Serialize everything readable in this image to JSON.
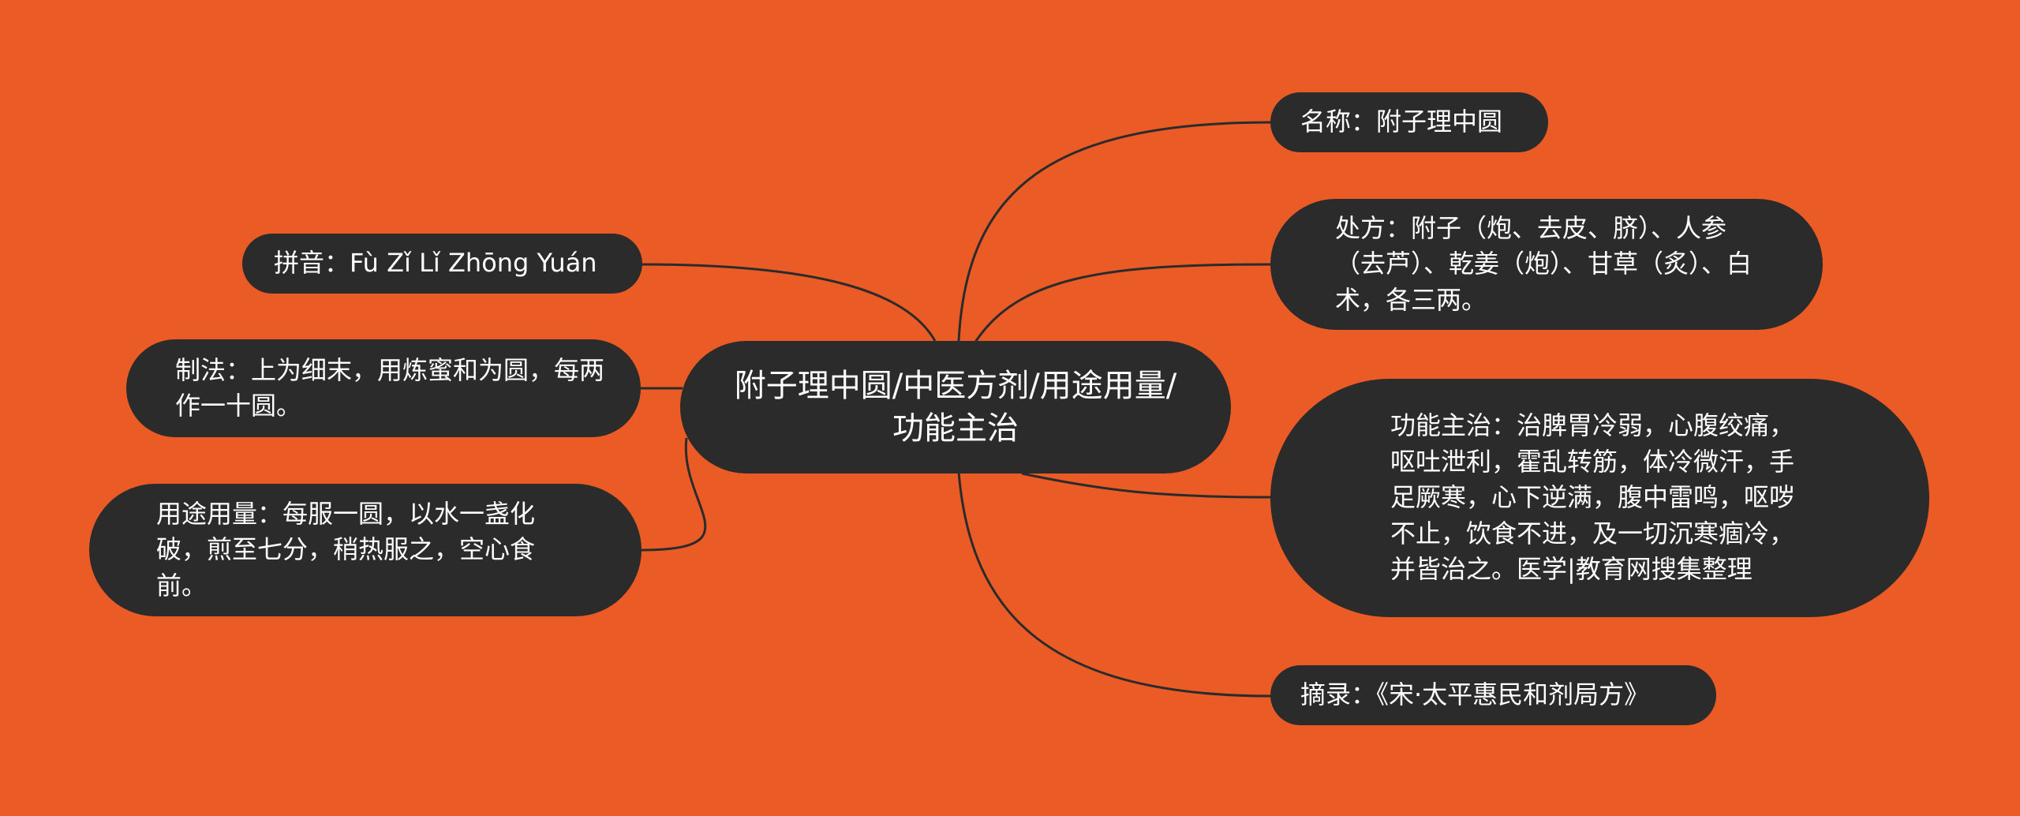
{
  "root": {
    "label": "附子理中圆/中医方剂/用途用量/功能主治"
  },
  "branches": {
    "name": "名称：附子理中圆",
    "prescription": "处方：附子（炮、去皮、脐）、人参（去芦）、乾姜（炮）、甘草（炙）、白术，各三两。",
    "function": "功能主治：治脾胃冷弱，心腹绞痛，呕吐泄利，霍乱转筋，体冷微汗，手足厥寒，心下逆满，腹中雷鸣，呕哕不止，饮食不进，及一切沉寒痼冷，并皆治之。医学|教育网搜集整理",
    "excerpt": "摘录：《宋·太平惠民和剂局方》",
    "pinyin": "拼音：Fù Zǐ Lǐ Zhōng Yuán",
    "method": "制法：上为细末，用炼蜜和为圆，每两作一十圆。",
    "usage": "用途用量：每服一圆，以水一盏化破，煎至七分，稍热服之，空心食前。"
  },
  "colors": {
    "background": "#eb5b26",
    "node_fill": "#2b2b2b",
    "node_text": "#ffffff",
    "connector": "#2b2b2b"
  }
}
